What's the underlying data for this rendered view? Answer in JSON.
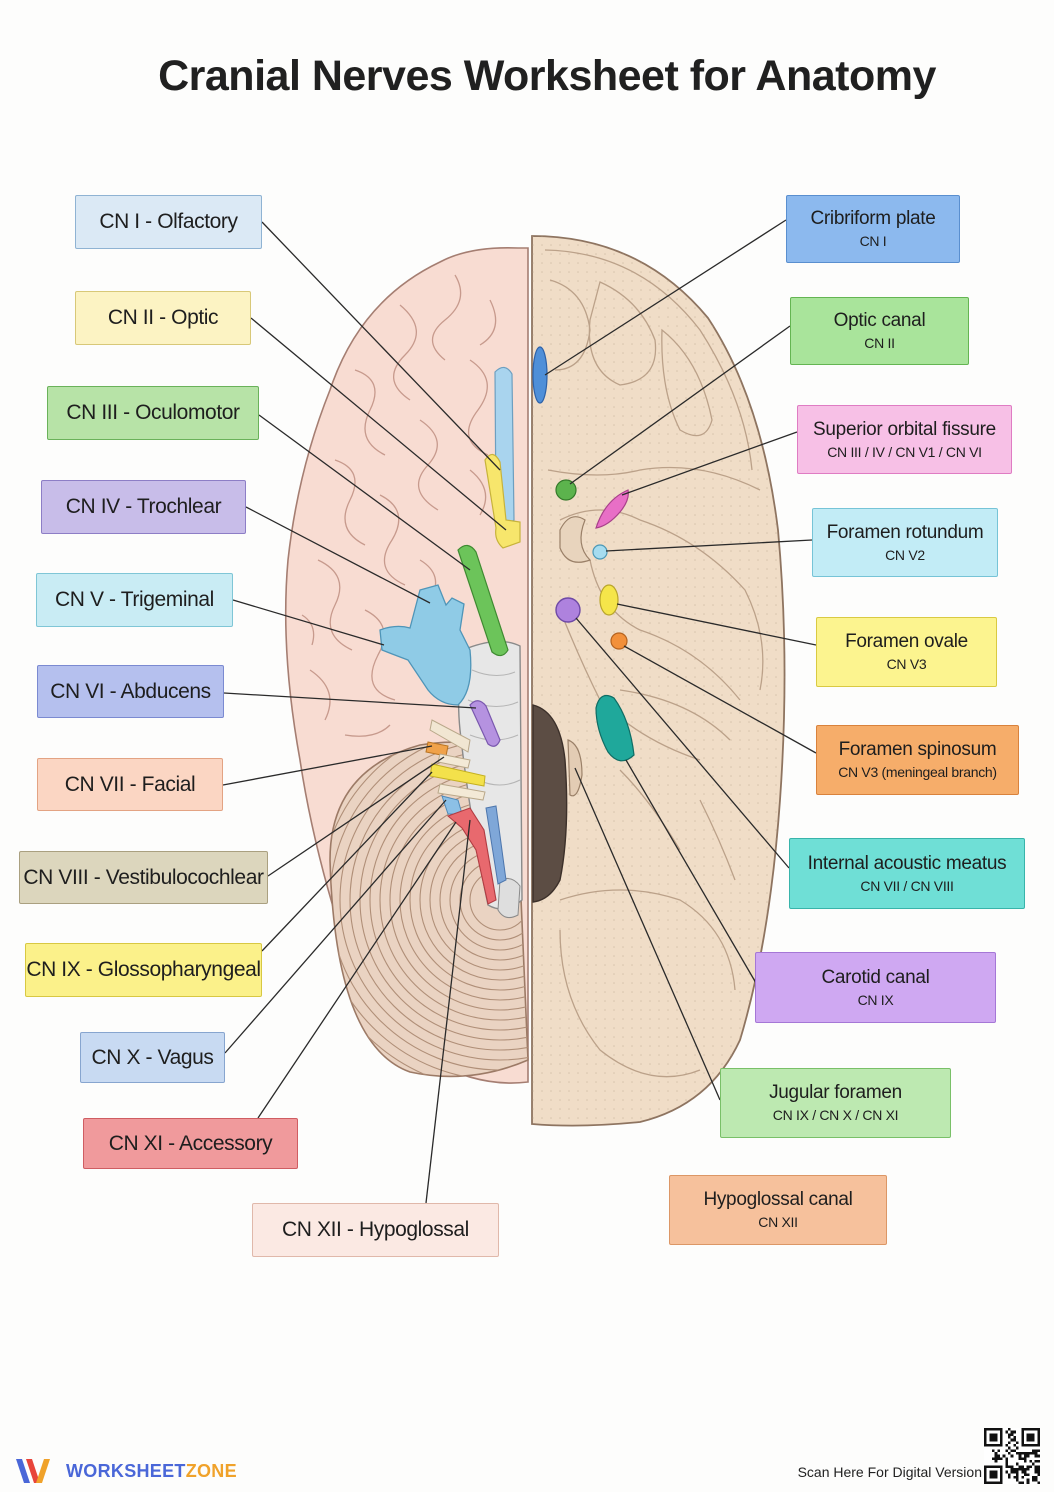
{
  "title": "Cranial Nerves Worksheet for Anatomy",
  "nerves": [
    {
      "label": "CN I - Olfactory",
      "color": "#dbe9f5",
      "border": "#8fb3d3"
    },
    {
      "label": "CN II - Optic",
      "color": "#fcf3c3",
      "border": "#d8c878"
    },
    {
      "label": "CN III - Oculomotor",
      "color": "#b7e3a7",
      "border": "#6ab25a"
    },
    {
      "label": "CN IV - Trochlear",
      "color": "#c8bde9",
      "border": "#8d7ec6"
    },
    {
      "label": "CN V - Trigeminal",
      "color": "#c9ecf4",
      "border": "#7fc6d6"
    },
    {
      "label": "CN VI - Abducens",
      "color": "#b5c0ee",
      "border": "#7b8ad1"
    },
    {
      "label": "CN VII - Facial",
      "color": "#fbd6c3",
      "border": "#e3a383"
    },
    {
      "label": "CN VIII - Vestibulocochlear",
      "color": "#dcd6bd",
      "border": "#aaa080"
    },
    {
      "label": "CN IX - Glossopharyngeal",
      "color": "#fbf18a",
      "border": "#d8c842"
    },
    {
      "label": "CN X - Vagus",
      "color": "#c8daf2",
      "border": "#87a5cf"
    },
    {
      "label": "CN XI - Accessory",
      "color": "#f09a9c",
      "border": "#cf5d62"
    },
    {
      "label": "CN XII - Hypoglossal",
      "color": "#fbe9e3",
      "border": "#e0b8aa"
    }
  ],
  "foramina": [
    {
      "name": "Cribriform plate",
      "nerves": "CN I",
      "color": "#8cb9ee",
      "border": "#5a8fcf"
    },
    {
      "name": "Optic canal",
      "nerves": "CN II",
      "color": "#a9e49b",
      "border": "#64b552"
    },
    {
      "name": "Superior orbital fissure",
      "nerves": "CN III / IV / CN V1 / CN VI",
      "color": "#f7c0e6",
      "border": "#df7cc3"
    },
    {
      "name": "Foramen rotundum",
      "nerves": "CN V2",
      "color": "#c2ecf6",
      "border": "#76c4d7"
    },
    {
      "name": "Foramen ovale",
      "nerves": "CN V3",
      "color": "#fcf48f",
      "border": "#d9ca42"
    },
    {
      "name": "Foramen spinosum",
      "nerves": "CN V3 (meningeal branch)",
      "color": "#f6ad6a",
      "border": "#d9823c"
    },
    {
      "name": "Internal acoustic meatus",
      "nerves": "CN VII / CN VIII",
      "color": "#6fdfd6",
      "border": "#38b4aa"
    },
    {
      "name": "Carotid canal",
      "nerves": "CN IX",
      "color": "#cfa8f2",
      "border": "#a577d6"
    },
    {
      "name": "Jugular foramen",
      "nerves": "CN IX / CN X / CN XI",
      "color": "#bde9b1",
      "border": "#79c068"
    },
    {
      "name": "Hypoglossal canal",
      "nerves": "CN XII",
      "color": "#f6c19c",
      "border": "#dc9766"
    }
  ],
  "footer": {
    "brand_part1": "WORKSHEET",
    "brand_part2": "ZONE",
    "scan_text": "Scan Here For Digital Version"
  }
}
